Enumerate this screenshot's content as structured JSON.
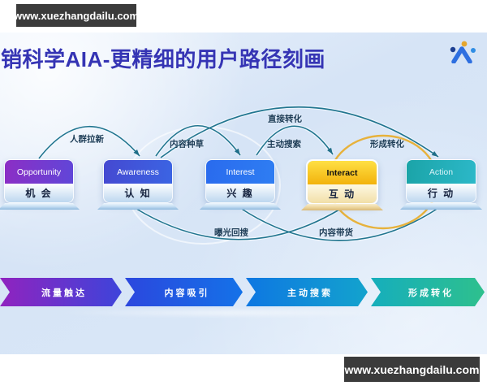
{
  "watermarks": {
    "top": "www.xuezhangdailu.com",
    "bottom": "www.xuezhangdailu.com"
  },
  "header": {
    "title": "销科学AIA-更精细的用户路径刻画",
    "logo": "ocean-engine-logo"
  },
  "stages": [
    {
      "en": "Opportunity",
      "zh": "机 会"
    },
    {
      "en": "Awareness",
      "zh": "认 知"
    },
    {
      "en": "Interest",
      "zh": "兴 趣"
    },
    {
      "en": "Interact",
      "zh": "互 动"
    },
    {
      "en": "Action",
      "zh": "行 动"
    }
  ],
  "arc_labels": {
    "crowd_acquisition": "人群拉新",
    "content_seeding": "内容种草",
    "active_search": "主动搜索",
    "direct_conversion": "直接转化",
    "forming_conversion": "形成转化",
    "exposure_resurge": "曝光回搜",
    "content_commerce": "内容带货"
  },
  "funnel": [
    {
      "label": "流量触达"
    },
    {
      "label": "内容吸引"
    },
    {
      "label": "主动搜索"
    },
    {
      "label": "形成转化"
    }
  ],
  "colors": {
    "title": "#3534b4",
    "watermark_bg": "#3b3b3b",
    "stage_opportunity": "#8c2ec5",
    "stage_awareness": "#4549d1",
    "stage_interest": "#2a6bee",
    "stage_interact": "#f5c514",
    "stage_action": "#1fa9b4",
    "arc_stroke": "#21758f",
    "highlight_ellipse": "#e7b23c",
    "funnel_steps": [
      "#9023bf",
      "#2b47de",
      "#0e77e2",
      "#2ec08d"
    ]
  }
}
